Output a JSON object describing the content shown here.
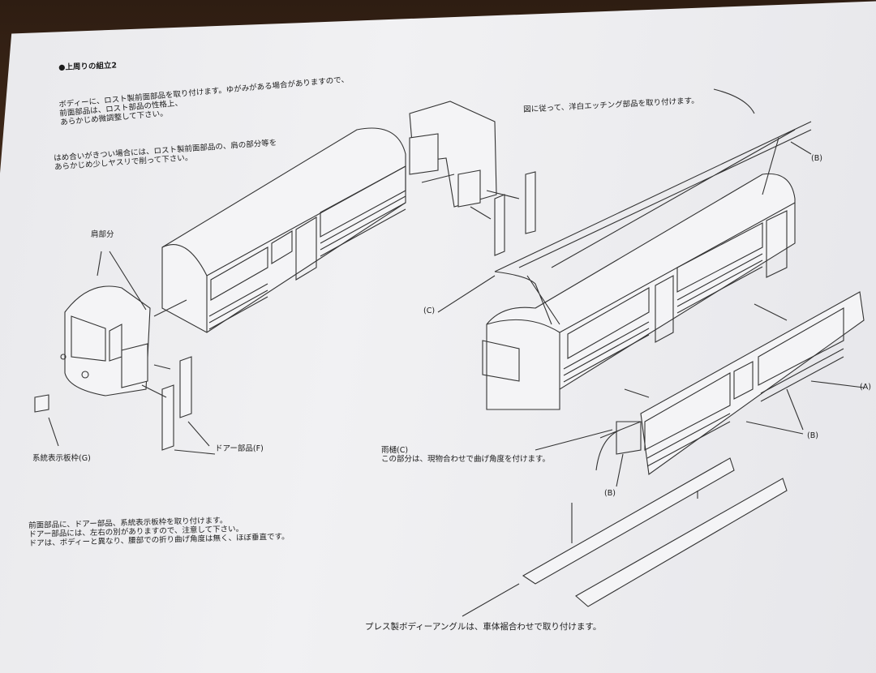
{
  "section_title": "●上周りの組立2",
  "intro": {
    "line1": "ボディーに、ロスト製前面部品を取り付けます。",
    "line1b": "ゆがみがある場合がありますので、",
    "line2": "前面部品は、ロスト部品の性格上、",
    "line3": "あらかじめ微調整して下さい。"
  },
  "fit_note": {
    "line1": "はめ合いがきつい場合には、ロスト製前面部品の、肩の部分等を",
    "line2": "あらかじめ少しヤスリで削って下さい。"
  },
  "labels": {
    "shoulder": "肩部分",
    "route_board_frame": "系統表示板枠(G)",
    "door_part": "ドアー部品(F)",
    "etching_note": "図に従って、洋白エッチング部品を取り付けます。",
    "b": "(B)",
    "c": "(C)",
    "a": "(A)",
    "gutter_title": "雨樋(C)",
    "gutter_note": "この部分は、現物合わせで曲げ角度を付けます。",
    "angle_note": "プレス製ボディーアングルは、車体裾合わせで取り付けます。"
  },
  "front_note": {
    "line1": "前面部品に、ドアー部品、系統表示板枠を取り付けます。",
    "line2": "ドアー部品には、左右の別がありますので、注意して下さい。",
    "line3": "ドアは、ボディーと異なり、腰部での折り曲げ角度は無く、ほぼ垂直です。"
  },
  "colors": {
    "paper": "#eeeef1",
    "ink": "#1b1b1b",
    "table": "#3a2618"
  }
}
